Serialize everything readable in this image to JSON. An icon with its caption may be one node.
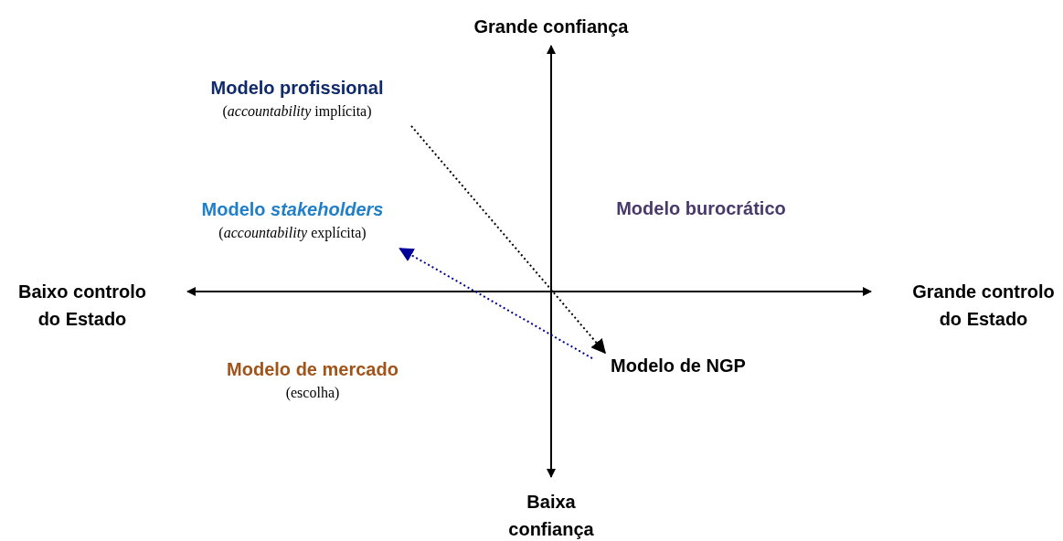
{
  "diagram": {
    "nodes": [
      {
        "text": [
          "Modelo profissional",
          "(*accountability* implícita)"
        ]
      },
      {
        "text": [
          "Modelo *stakeholders*",
          "(*accountability* explícita)"
        ]
      },
      {
        "text": [
          "Modelo burocrático"
        ]
      },
      {
        "text": [
          "Modelo de mercado",
          "(escolha)"
        ]
      },
      {
        "text": [
          "Modelo de NGP"
        ]
      }
    ],
    "edges": [
      {
        "from": 0,
        "to": 4,
        "arrow": "to",
        "style": "dashed",
        "color": "#000000"
      },
      {
        "from": 4,
        "to": 1,
        "arrow": "to",
        "style": "dashed",
        "color": "#000099"
      }
    ],
    "labels": [
      "Grande confiança",
      "Baixo controlo do Estado",
      "Grande controlo do Estado",
      "Baixa confiança"
    ]
  }
}
